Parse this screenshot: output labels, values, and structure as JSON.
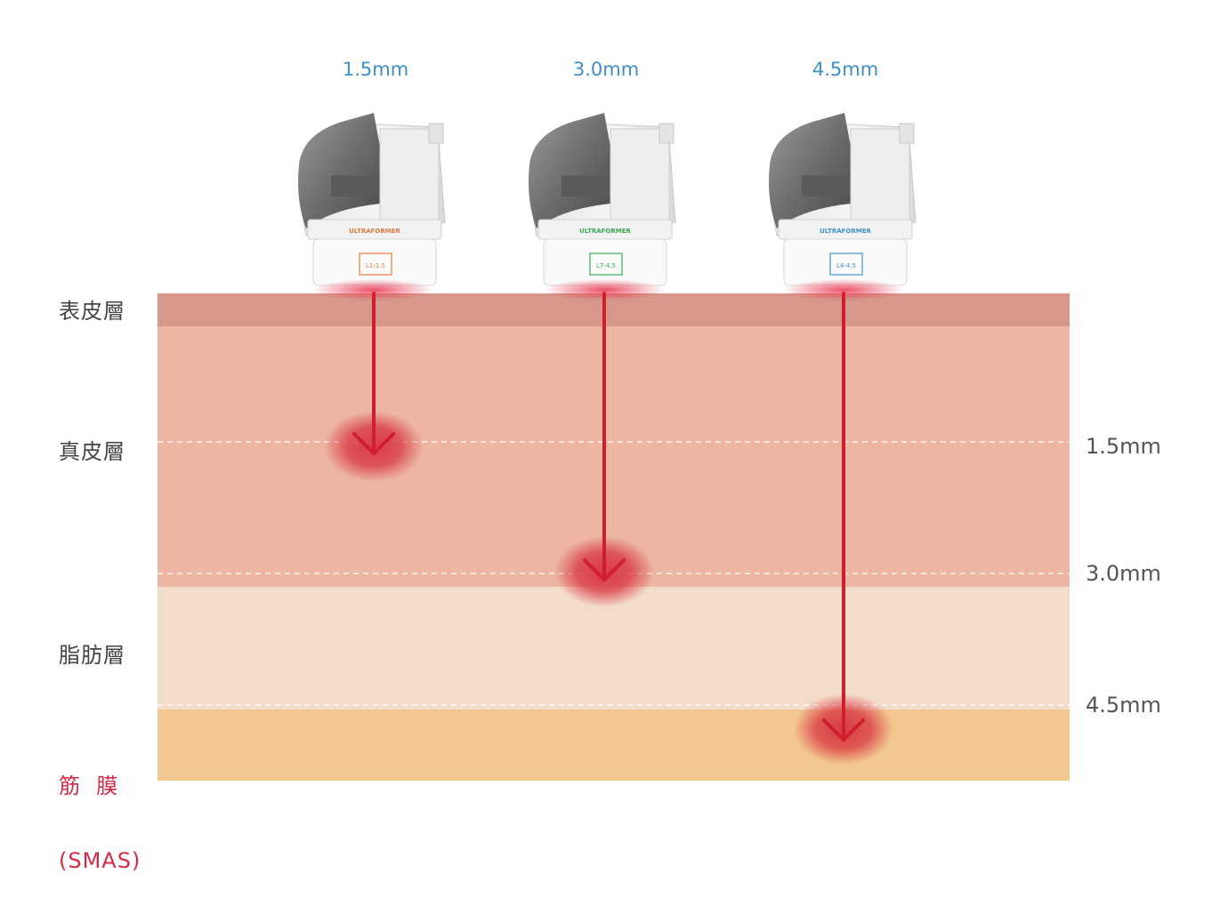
{
  "probes": [
    {
      "depth_label": "1.5mm",
      "brand": "ULTRAFORMER",
      "code": "L1-1.5",
      "accent": "#e87a3d",
      "depth_mm": 1.5
    },
    {
      "depth_label": "3.0mm",
      "brand": "ULTRAFORMER",
      "code": "L7-4.5",
      "accent": "#3daa55",
      "depth_mm": 3.0
    },
    {
      "depth_label": "4.5mm",
      "brand": "ULTRAFORMER",
      "code": "L4-4.5",
      "accent": "#3f8fc8",
      "depth_mm": 4.5
    }
  ],
  "layers": {
    "epidermis": "表皮層",
    "dermis": "真皮層",
    "fat": "脂肪層",
    "smas_line1": "筋  膜",
    "smas_line2": "(SMAS)"
  },
  "depth_markers": [
    "1.5mm",
    "3.0mm",
    "4.5mm"
  ],
  "colors": {
    "epidermis": "#d7978a",
    "dermis": "#ecb6a2",
    "fat": "#f3dcc9",
    "smas": "#f2c790",
    "arrow": "#cf1e2e",
    "focus": "#d8343e"
  }
}
